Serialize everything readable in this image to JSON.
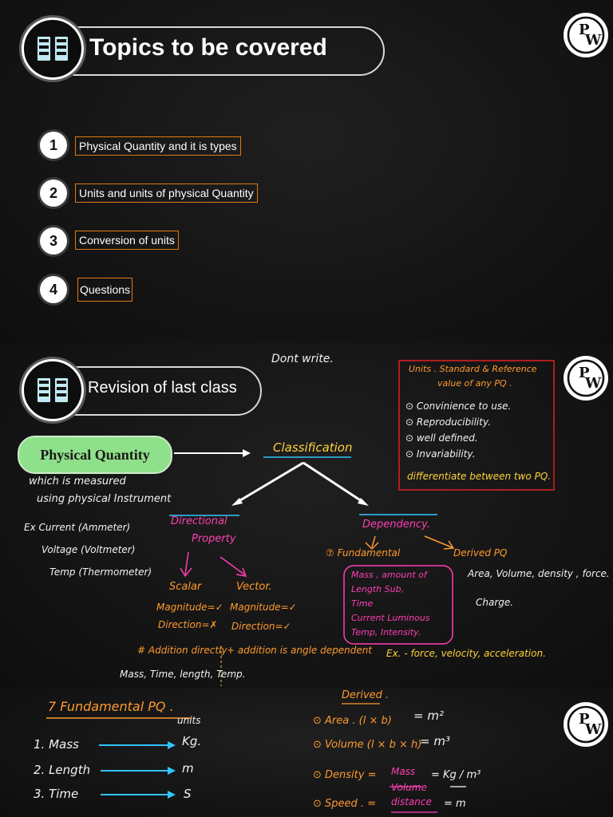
{
  "slide1": {
    "title": "Topics to  be covered",
    "topics": [
      {
        "num": "1",
        "label": "Physical Quantity and it is types"
      },
      {
        "num": "2",
        "label": "Units and units of physical Quantity"
      },
      {
        "num": "3",
        "label": "Conversion of units"
      },
      {
        "num": "4",
        "label": "Questions"
      }
    ]
  },
  "slide2": {
    "title": "Revision of last class",
    "dont_write": "Dont write.",
    "pq_badge": "Physical Quantity",
    "classification": "Classification",
    "measured": [
      "which is measured",
      "using physical Instrument"
    ],
    "examples": [
      "Ex Current (Ammeter)",
      "Voltage (Voltmeter)",
      "Temp (Thermometer)"
    ],
    "directional": [
      "Directional",
      "Property"
    ],
    "scalar": "Scalar",
    "vector": "Vector.",
    "scalar_props": [
      "Magnitude=✓",
      "Direction=✗"
    ],
    "vector_props": [
      "Magnitude=✓",
      "Direction=✓"
    ],
    "dependency": "Dependency.",
    "fundamental": "⑦ Fundamental",
    "derived": "Derived PQ",
    "fund_list": [
      "Mass , amount of",
      "Length   Sub,",
      "Time",
      "Current  Luminous",
      "Temp,        Intensity."
    ],
    "derived_list": "Area, Volume, density , force.",
    "charge": "Charge.",
    "units_box": {
      "head": [
        "Units . Standard & Reference",
        "value of any PQ ."
      ],
      "items": [
        "⊙ Convinience to use.",
        "⊙ Reproducibility.",
        "⊙ well defined.",
        "⊙ Invariability."
      ],
      "foot": "differentiate between two PQ."
    },
    "addition_scalar": "# Addition directly",
    "addition_vector": "+ addition is angle dependent",
    "addition_ex": "Ex. - force, velocity, acceleration.",
    "mass_line": "Mass, Time, length, Temp."
  },
  "slide3": {
    "title": "7 Fundamental PQ .",
    "units_label": "units",
    "rows": [
      {
        "q": "1.  Mass",
        "u": "Kg."
      },
      {
        "q": "2.  Length",
        "u": "m"
      },
      {
        "q": "3.  Time",
        "u": "S"
      }
    ],
    "derived_title": "Derived .",
    "derived_rows": [
      {
        "l": "⊙ Area . (l × b)",
        "r": "= m²"
      },
      {
        "l": "⊙ Volume (l × b × h)",
        "r": "= m³"
      },
      {
        "l": "⊙ Density =",
        "frac_top": "Mass",
        "frac_bot": "Volume",
        "r": "= Kg / m³"
      },
      {
        "l": "⊙ Speed . =",
        "frac_top": "distance",
        "r": "= m"
      }
    ]
  },
  "logo_letters": "PW",
  "colors": {
    "accent": "#e07a12",
    "pink": "#ff3fb4",
    "orange": "#ff9a2f",
    "cyan": "#33c4ff",
    "yellow": "#ffd23a",
    "red": "#ff3b3b",
    "badge": "#8fe08a"
  }
}
